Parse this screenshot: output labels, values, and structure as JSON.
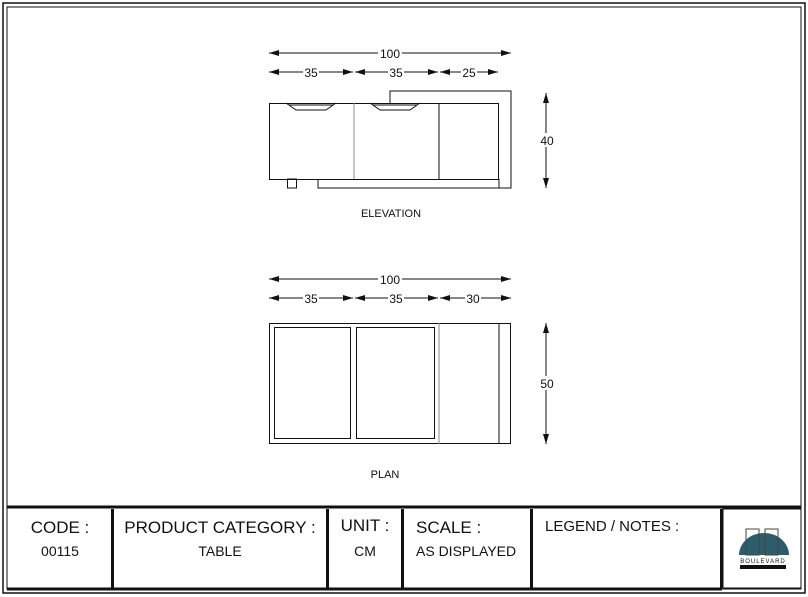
{
  "elevation": {
    "label": "ELEVATION",
    "overall_width": "100",
    "segments": [
      "35",
      "35",
      "25"
    ],
    "height": "40"
  },
  "plan": {
    "label": "PLAN",
    "overall_width": "100",
    "segments": [
      "35",
      "35",
      "30"
    ],
    "depth": "50"
  },
  "title_block": {
    "code_label": "CODE :",
    "code_value": "00115",
    "category_label": "PRODUCT CATEGORY :",
    "category_value": "TABLE",
    "unit_label": "UNIT :",
    "unit_value": "CM",
    "scale_label": "SCALE :",
    "scale_value": "AS DISPLAYED",
    "legend_label": "LEGEND / NOTES :",
    "logo_text": "BOULEVARD"
  },
  "colors": {
    "line": "#111111",
    "logo": "#2d5d6b"
  }
}
